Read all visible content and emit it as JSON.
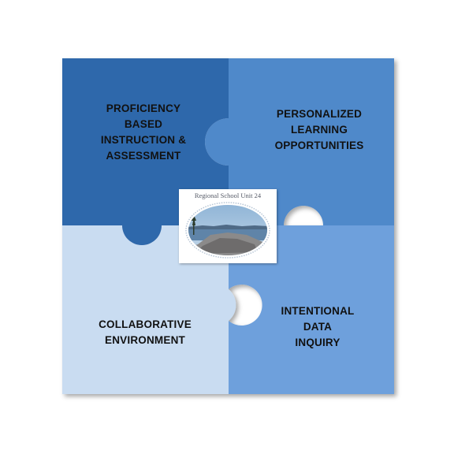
{
  "pieces": {
    "top_left": {
      "lines": [
        "PROFICIENCY",
        "BASED",
        "INSTRUCTION &",
        "ASSESSMENT"
      ],
      "color": "#2f67ab"
    },
    "top_right": {
      "lines": [
        "PERSONALIZED",
        "LEARNING",
        "OPPORTUNITIES"
      ],
      "color": "#5089ca"
    },
    "bottom_left": {
      "lines": [
        "COLLABORATIVE",
        "ENVIRONMENT"
      ],
      "color": "#c9dcf1"
    },
    "bottom_right": {
      "lines": [
        "INTENTIONAL",
        "DATA",
        "INQUIRY"
      ],
      "color": "#6ea0dc"
    }
  },
  "logo": {
    "title": "Regional School Unit 24"
  }
}
